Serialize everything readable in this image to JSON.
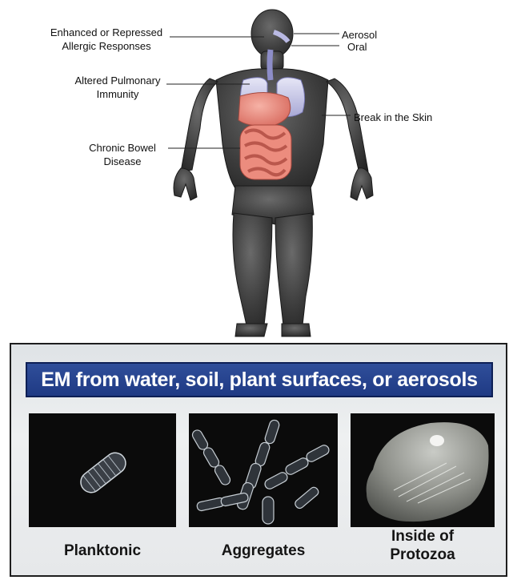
{
  "labels": {
    "allergic_line1": "Enhanced or Repressed",
    "allergic_line2": "Allergic Responses",
    "pulmonary_line1": "Altered Pulmonary",
    "pulmonary_line2": "Immunity",
    "bowel_line1": "Chronic Bowel",
    "bowel_line2": "Disease",
    "aerosol": "Aerosol",
    "oral": "Oral",
    "skin": "Break in the Skin"
  },
  "panel": {
    "banner": "EM from water, soil, plant surfaces, or aerosols",
    "captions": [
      "Planktonic",
      "Aggregates",
      "Inside of Protozoa"
    ]
  },
  "colors": {
    "banner_bg": "#2a4894",
    "body": "#3a3a3a",
    "organs": "#e9897c",
    "lungs": "#c8c8e8"
  }
}
